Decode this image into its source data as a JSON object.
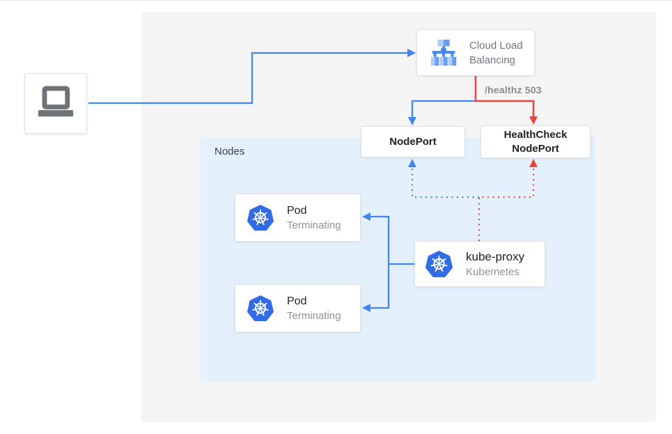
{
  "colors": {
    "traffic_blue": "#4285F4",
    "healthcheck_red": "#E8453C",
    "kubernetes_blue": "#326CE5",
    "load_balancer_icon_light_blue": "#AECBFA",
    "load_balancer_icon_mid_blue": "#669DF6",
    "canvas_panel_gray": "#F5F5F5",
    "nodes_panel_light_blue": "#E4F1FC",
    "laptop_gray": "#6E7377"
  },
  "nodes": {
    "client": {
      "icon": "laptop-icon"
    },
    "cloud_load_balancing": {
      "label": "Cloud Load Balancing",
      "icon": "cloud-load-balancing-icon"
    },
    "nodeport": {
      "label": "NodePort"
    },
    "healthcheck_nodeport": {
      "label": "HealthCheck NodePort"
    },
    "nodes_group": {
      "label": "Nodes"
    },
    "pods": [
      {
        "title": "Pod",
        "status": "Terminating",
        "icon": "kubernetes-icon"
      },
      {
        "title": "Pod",
        "status": "Terminating",
        "icon": "kubernetes-icon"
      }
    ],
    "kube_proxy": {
      "title": "kube-proxy",
      "subtitle": "Kubernetes",
      "icon": "kubernetes-icon"
    }
  },
  "annotations": {
    "health_check_path": "/healthz 503"
  },
  "edges": [
    {
      "from": "client",
      "to": "cloud-load-balancing",
      "style": "solid",
      "color": "blue"
    },
    {
      "from": "cloud-load-balancing",
      "to": "nodeport",
      "style": "solid",
      "color": "blue"
    },
    {
      "from": "cloud-load-balancing",
      "to": "healthcheck-nodeport",
      "style": "solid",
      "color": "red",
      "label": "/healthz 503"
    },
    {
      "from": "kube-proxy",
      "to": "nodeport",
      "style": "dotted",
      "color": "blue"
    },
    {
      "from": "kube-proxy",
      "to": "healthcheck-nodeport",
      "style": "dotted",
      "color": "red"
    },
    {
      "from": "kube-proxy",
      "to": "pod-1",
      "style": "solid",
      "color": "blue"
    },
    {
      "from": "kube-proxy",
      "to": "pod-2",
      "style": "solid",
      "color": "blue"
    }
  ]
}
